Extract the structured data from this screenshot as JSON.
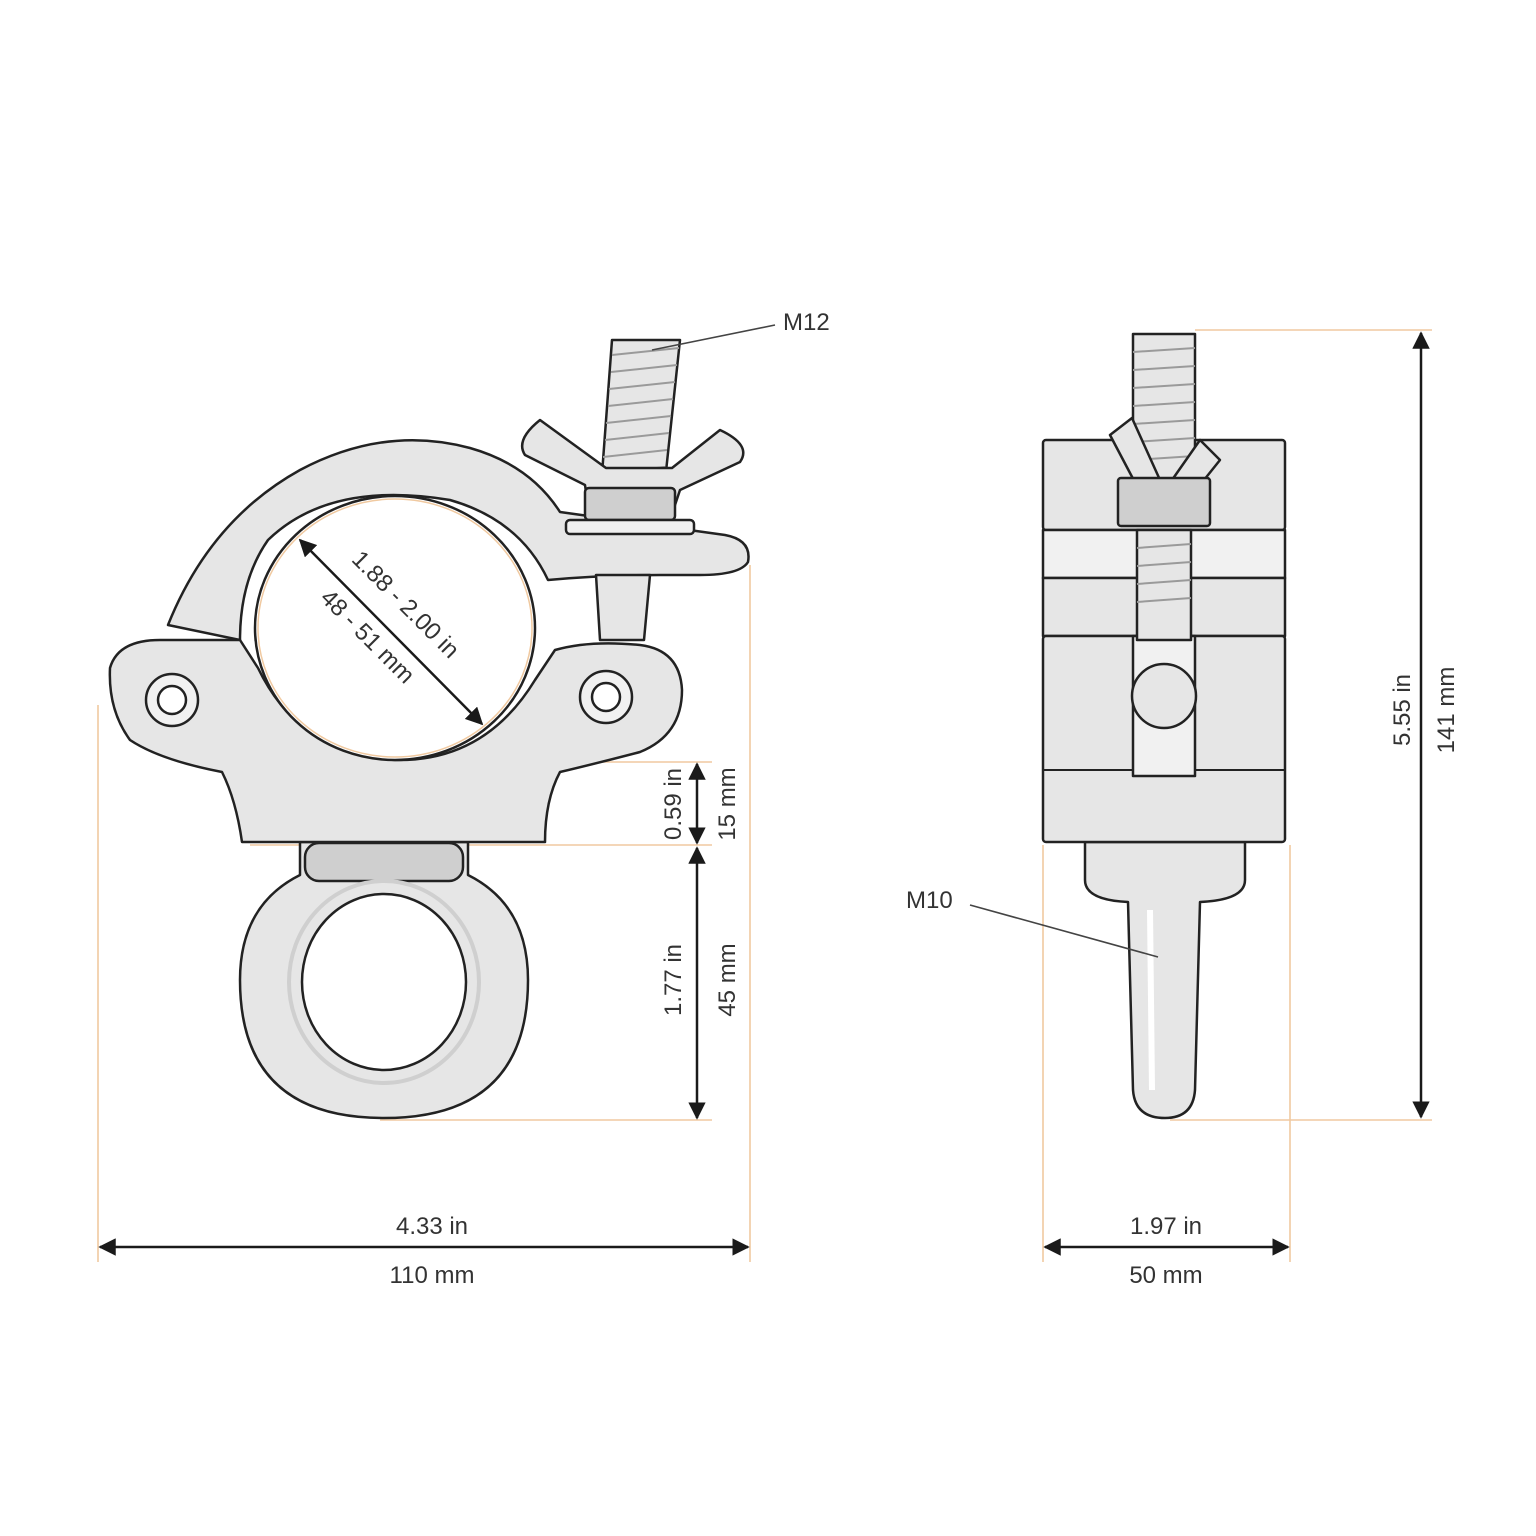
{
  "figure": {
    "front_view": {
      "bolt_label": "M12",
      "tube_diameter_in": "1.88 - 2.00 in",
      "tube_diameter_mm": "48 - 51 mm",
      "jaw_height_in": "0.59 in",
      "jaw_height_mm": "15 mm",
      "eye_height_in": "1.77 in",
      "eye_height_mm": "45 mm",
      "width_in": "4.33 in",
      "width_mm": "110 mm"
    },
    "side_view": {
      "eyebolt_label": "M10",
      "height_in": "5.55 in",
      "height_mm": "141 mm",
      "width_in": "1.97 in",
      "width_mm": "50 mm"
    },
    "colors": {
      "extension_lines": "#f0c9a0",
      "part_fill": "#e6e6e6",
      "outline": "#222222"
    }
  }
}
